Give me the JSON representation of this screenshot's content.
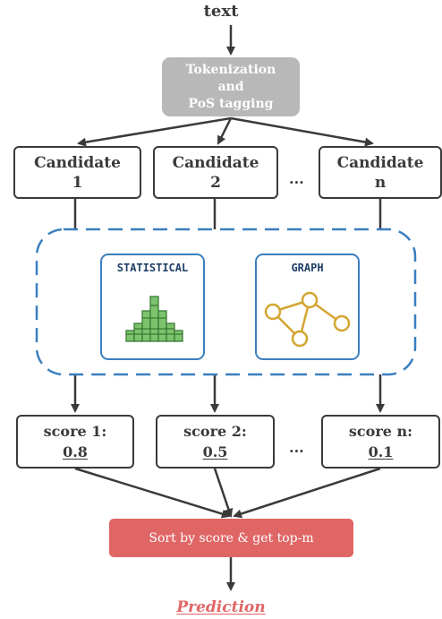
{
  "input_label": "text",
  "tokenization": {
    "lines": [
      "Tokenization",
      "and",
      "PoS tagging"
    ]
  },
  "candidates": [
    {
      "title": "Candidate",
      "index": "1"
    },
    {
      "title": "Candidate",
      "index": "2"
    },
    {
      "title": "Candidate",
      "index": "n"
    }
  ],
  "ellipsis": "...",
  "methods": [
    {
      "title": "STATISTICAL",
      "icon": "histogram-icon"
    },
    {
      "title": "GRAPH",
      "icon": "graph-network-icon"
    }
  ],
  "scores": [
    {
      "label": "score 1:",
      "value": "0.8"
    },
    {
      "label": "score 2:",
      "value": "0.5"
    },
    {
      "label": "score n:",
      "value": "0.1"
    }
  ],
  "sort_label": "Sort by score & get top-m",
  "output_label": "Prediction",
  "colors": {
    "arrow": "#3a3a3a",
    "tokenization_fill": "#b8b8b8",
    "method_border": "#3a7fbf",
    "histogram_fill": "#7dc36d",
    "graph_stroke": "#d4a531",
    "sort_fill": "#e06666",
    "prediction_text": "#e06666"
  }
}
